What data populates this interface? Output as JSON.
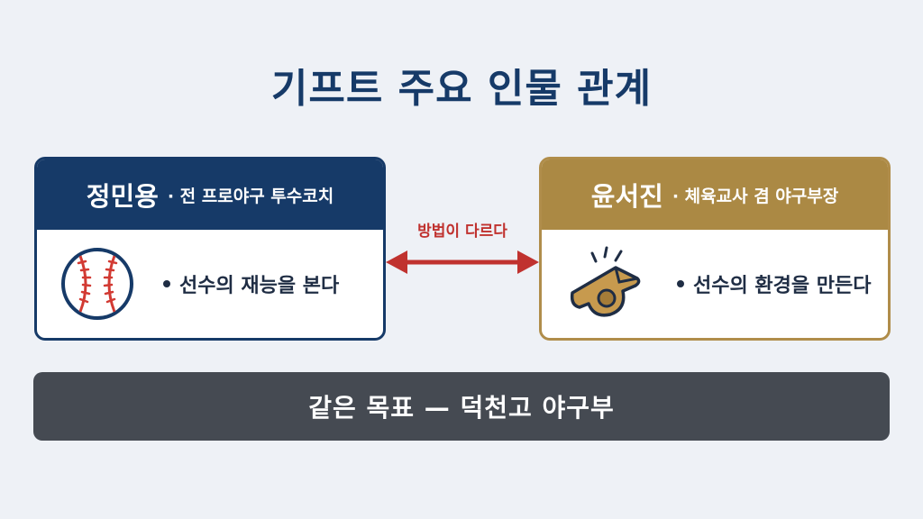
{
  "title": "기프트 주요 인물 관계",
  "left": {
    "name": "정민용",
    "role": "· 전 프로야구 투수코치",
    "text": "선수의 재능을 본다",
    "icon": "baseball-icon",
    "color": "#163a68"
  },
  "right": {
    "name": "윤서진",
    "role": "· 체육교사 겸 야구부장",
    "text": "선수의 환경을 만든다",
    "icon": "whistle-icon",
    "color": "#ab8944"
  },
  "relation": {
    "label": "방법이 다르다",
    "color": "#c0322f"
  },
  "banner": "같은 목표 — 덕천고 야구부"
}
